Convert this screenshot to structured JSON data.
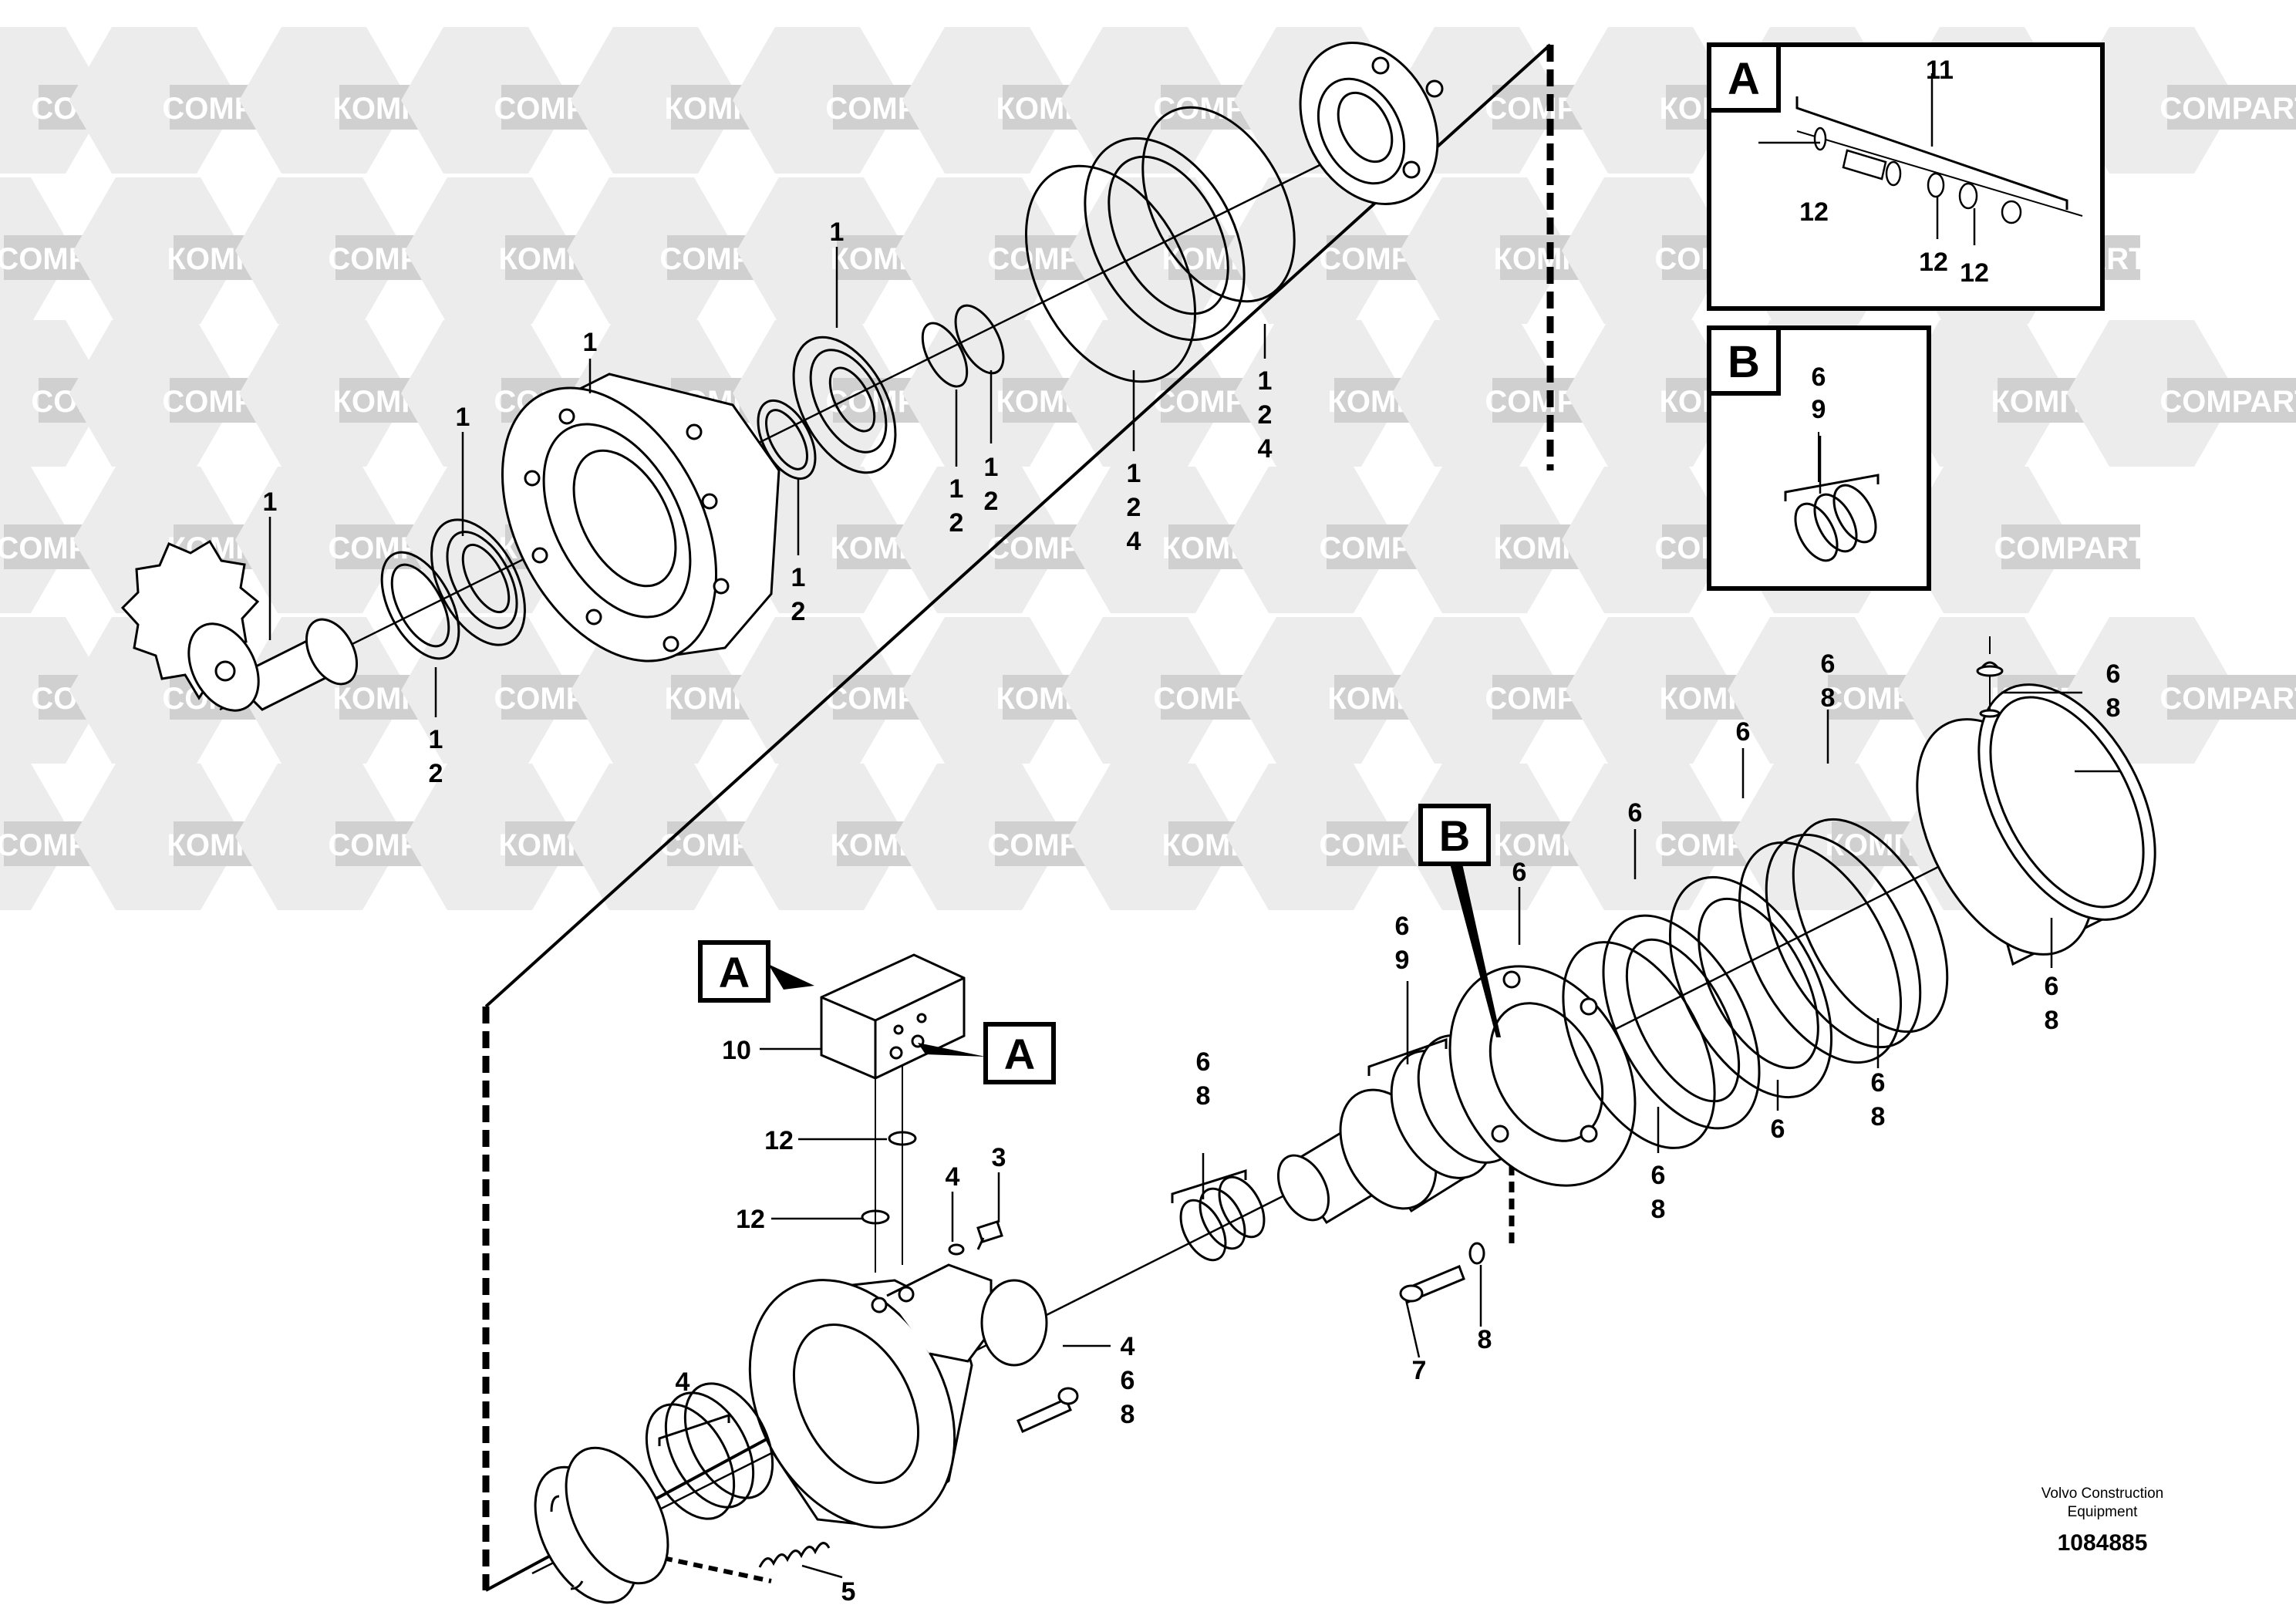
{
  "watermark": {
    "latin": "COMPART",
    "cyrillic": "КОМПАРТ",
    "color": "#d0d0d0"
  },
  "inset_a": {
    "letter": "A",
    "labels": {
      "top": "11",
      "left": "12",
      "mid": "12",
      "right": "12"
    }
  },
  "inset_b": {
    "letter": "B",
    "label_top": "6",
    "label_bottom": "9"
  },
  "callouts": {
    "pinion_shaft": "1",
    "roller_bearing_left": "1",
    "housing_flange": "1",
    "bearing_mid": "1",
    "seal_left": [
      "1",
      "2"
    ],
    "spacer_ring": [
      "1",
      "2"
    ],
    "snap_ring_a": [
      "1",
      "2"
    ],
    "snap_ring_b": [
      "1",
      "2"
    ],
    "floating_seal": [
      "1",
      "2",
      "4"
    ],
    "o_ring_top": [
      "1",
      "2",
      "4"
    ],
    "ring_gear_top": [
      "6",
      "8"
    ],
    "cover_plate": [
      "6",
      "8"
    ],
    "friction_plate": "6",
    "spring_plate": "6",
    "piston": "6",
    "brake_ring_lower": "6",
    "brake_ring_side": [
      "6",
      "8"
    ],
    "brake_disc_lower": [
      "6",
      "8"
    ],
    "ring_gear_lower": [
      "6",
      "8"
    ],
    "spline_shaft_set": [
      "6",
      "9"
    ],
    "seal_set_mid": [
      "6",
      "8"
    ],
    "valve_block": "10",
    "o_ring_upper": "12",
    "o_ring_lower": "12",
    "bolt_3": "3",
    "washer_4": "4",
    "spring_set": "4",
    "spring_5": "5",
    "motor_o_ring": [
      "4",
      "6",
      "8"
    ],
    "bolt_7": "7",
    "washer_8": "8"
  },
  "ref_boxes": {
    "box_a_upper": "A",
    "box_a_lower": "A",
    "box_b": "B"
  },
  "footer": {
    "company_line1": "Volvo Construction",
    "company_line2": "Equipment",
    "drawing_number": "1084885"
  }
}
